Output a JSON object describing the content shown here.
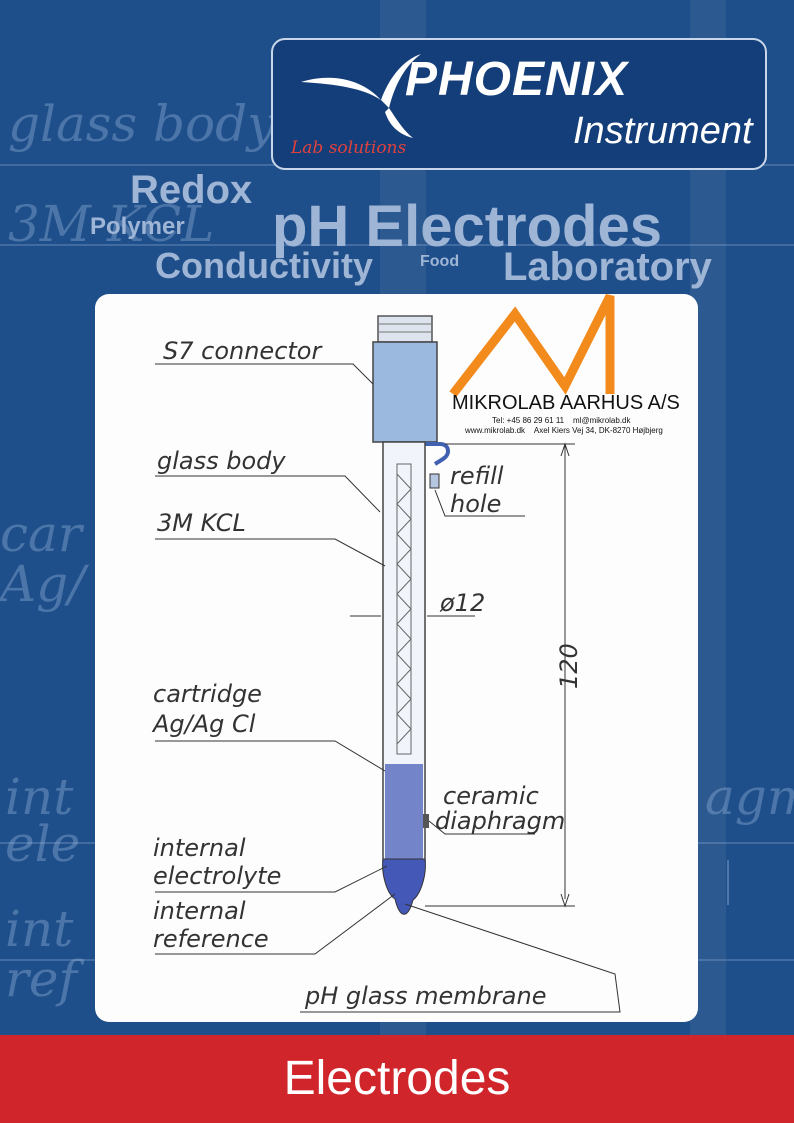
{
  "brand": {
    "name": "PHOENIX",
    "product_line": "Instrument",
    "tagline": "Lab solutions"
  },
  "keywords": [
    "Redox",
    "Polymer",
    "pH Electrodes",
    "Conductivity",
    "Food",
    "Laboratory"
  ],
  "distributor": {
    "name": "MIKROLAB AARHUS A/S",
    "tel": "Tel: +45 86 29 61 11",
    "email": "ml@mikrolab.dk",
    "web": "www.mikrolab.dk",
    "address": "Axel Kiers Vej 34, DK-8270 Højbjerg",
    "logo_color": "#f28a1c"
  },
  "diagram": {
    "labels": {
      "connector": "S7 connector",
      "glass_body": "glass body",
      "kcl": "3M KCL",
      "refill_1": "refill",
      "refill_2": "hole",
      "diameter": "ø12",
      "cartridge_1": "cartridge",
      "cartridge_2": "Ag/Ag Cl",
      "length": "120",
      "ceramic_1": "ceramic",
      "ceramic_2": "diaphragm",
      "electrolyte_1": "internal",
      "electrolyte_2": "electrolyte",
      "reference_1": "internal",
      "reference_2": "reference",
      "membrane": "pH glass membrane"
    }
  },
  "background_words": [
    "glass body",
    "3M KCL",
    "car",
    "Ag/",
    "int",
    "ele",
    "int",
    "ref",
    "agm"
  ],
  "footer": {
    "title": "Electrodes",
    "color": "#d0252a"
  }
}
